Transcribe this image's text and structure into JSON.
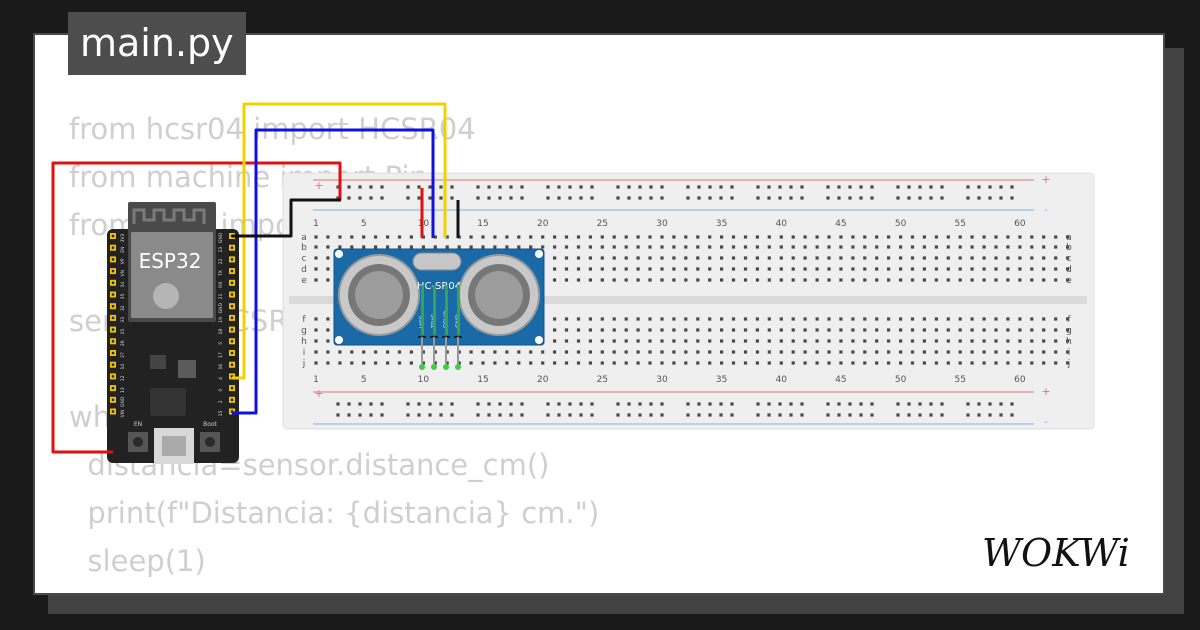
{
  "file_tab": {
    "label": "main.py"
  },
  "code_lines": [
    "from hcsr04 import HCSR04",
    "from machine import Pin",
    "from time import sleep",
    "",
    "sensor = HCSR04(trigger_pin=5, echo_pin=18)",
    "",
    "while True:",
    "  distancia=sensor.distance_cm()",
    "  print(f\"Distancia: {distancia} cm.\")",
    "  sleep(1)"
  ],
  "board": {
    "name": "ESP32",
    "left_pins": [
      "3V3",
      "EN",
      "VP",
      "VN",
      "34",
      "35",
      "32",
      "33",
      "25",
      "26",
      "27",
      "14",
      "12",
      "13",
      "GND",
      "VIN"
    ],
    "right_pins": [
      "GND",
      "23",
      "22",
      "TX",
      "RX",
      "21",
      "GND",
      "19",
      "18",
      "5",
      "17",
      "16",
      "4",
      "0",
      "2",
      "15"
    ],
    "boot_label": "Boot",
    "en_label": "EN"
  },
  "sensor": {
    "name": "HC-SR04",
    "pins": [
      "VCC",
      "TRIG",
      "ECHO",
      "GND"
    ]
  },
  "breadboard": {
    "column_numbers": [
      "1",
      "5",
      "10",
      "15",
      "20",
      "25",
      "30",
      "35",
      "40",
      "45",
      "50",
      "55",
      "60"
    ],
    "row_letters_top": [
      "a",
      "b",
      "c",
      "d",
      "e"
    ],
    "row_letters_bottom": [
      "f",
      "g",
      "h",
      "i",
      "j"
    ],
    "rail_plus": "+",
    "rail_minus": "-"
  },
  "brand": {
    "logo_text": "WOKWi"
  },
  "colors": {
    "wire_red": "#e01010",
    "wire_yellow": "#f5d000",
    "wire_blue": "#1010e0",
    "wire_black": "#111111",
    "board_black": "#222222",
    "sensor_blue": "#1b6aa8",
    "pin_green": "#3ecf3e"
  }
}
